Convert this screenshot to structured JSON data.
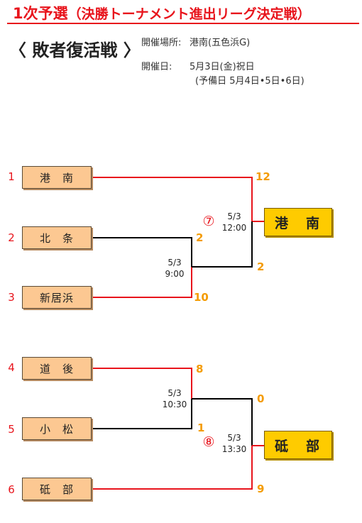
{
  "header": {
    "title_main": "1次予選",
    "title_sub": "（決勝トーナメント進出リーグ決定戦）",
    "subtitle": "〈 敗者復活戦 〉",
    "venue_label": "開催場所:",
    "venue_value": "港南(五色浜G)",
    "date_label": "開催日:",
    "date_value": "5月3日(金)祝日",
    "reserve": "(予備日  5月4日•5日•6日)"
  },
  "teams": [
    {
      "seed": "1",
      "name": "港　南"
    },
    {
      "seed": "2",
      "name": "北　条"
    },
    {
      "seed": "3",
      "name": "新居浜"
    },
    {
      "seed": "4",
      "name": "道　後"
    },
    {
      "seed": "5",
      "name": "小　松"
    },
    {
      "seed": "6",
      "name": "砥　部"
    }
  ],
  "games": {
    "g1": {
      "date": "5/3",
      "time": "9:00",
      "score_top": "2",
      "score_bottom": "10"
    },
    "g2": {
      "date": "5/3",
      "time": "10:30",
      "score_top": "8",
      "score_bottom": "1"
    },
    "g7": {
      "no": "⑦",
      "date": "5/3",
      "time": "12:00",
      "score_top": "12",
      "score_bottom": "2",
      "winner": "港　南"
    },
    "g8": {
      "no": "⑧",
      "date": "5/3",
      "time": "13:30",
      "score_top": "0",
      "score_bottom": "9",
      "winner": "砥　部"
    }
  },
  "colors": {
    "win_line": "#e8141c",
    "lose_line": "#000000",
    "score": "#f49b00",
    "team_box": "#fcc892",
    "winner_box": "#fecb00"
  }
}
